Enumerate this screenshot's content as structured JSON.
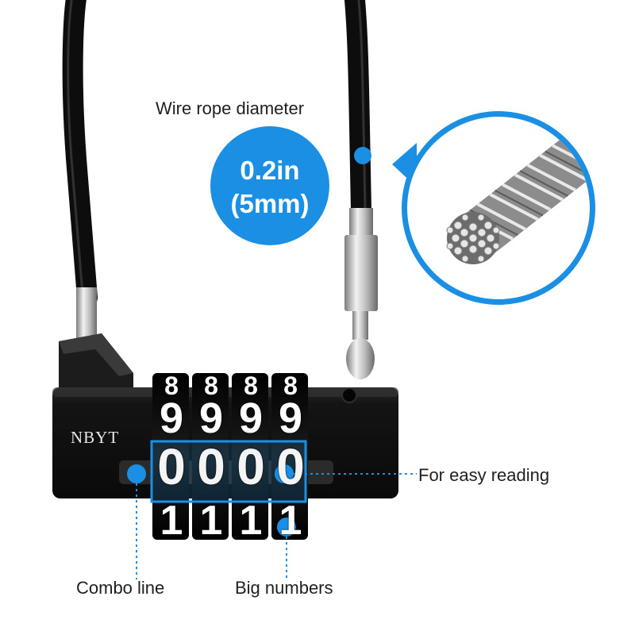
{
  "labels": {
    "wire_rope_diameter": "Wire rope diameter",
    "diameter_in": "0.2in",
    "diameter_mm": "(5mm)",
    "for_easy_reading": "For easy reading",
    "combo_line": "Combo line",
    "big_numbers": "Big numbers"
  },
  "lock": {
    "brand": "NBYT",
    "dial_rows": [
      [
        "8",
        "8",
        "8",
        "8"
      ],
      [
        "9",
        "9",
        "9",
        "9"
      ],
      [
        "0",
        "0",
        "0",
        "0"
      ],
      [
        "1",
        "1",
        "1",
        "1"
      ]
    ]
  },
  "colors": {
    "accent": "#1a8fe3",
    "lock_body": "#141414",
    "wire": "#0d0d0d",
    "text": "#1f1f1f"
  }
}
